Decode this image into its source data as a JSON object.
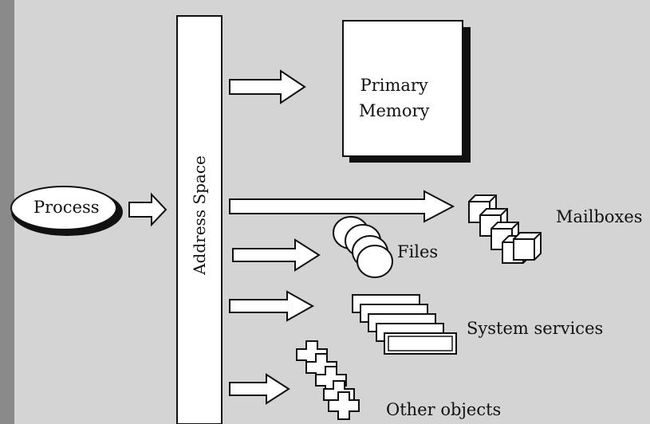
{
  "diagram": {
    "process_label": "Process",
    "address_space_label": "Address Space",
    "targets": {
      "primary_memory": "Primary\nMemory",
      "mailboxes": "Mailboxes",
      "files": "Files",
      "system_services": "System services",
      "other_objects": "Other objects"
    }
  },
  "colors": {
    "paper": "#d4d4d4",
    "ink": "#111111",
    "box_fill": "#ffffff"
  }
}
